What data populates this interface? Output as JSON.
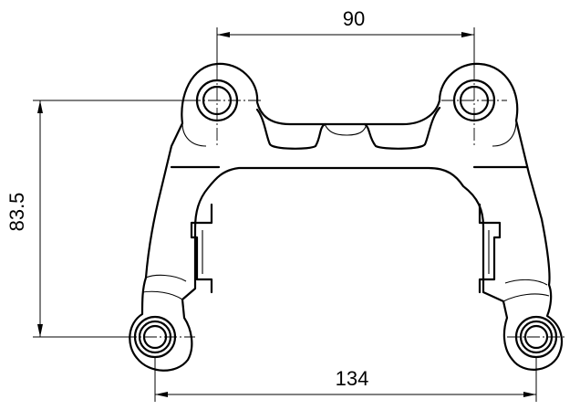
{
  "drawing": {
    "dimensions": {
      "top_width": "90",
      "bottom_width": "134",
      "height": "83.5"
    }
  }
}
